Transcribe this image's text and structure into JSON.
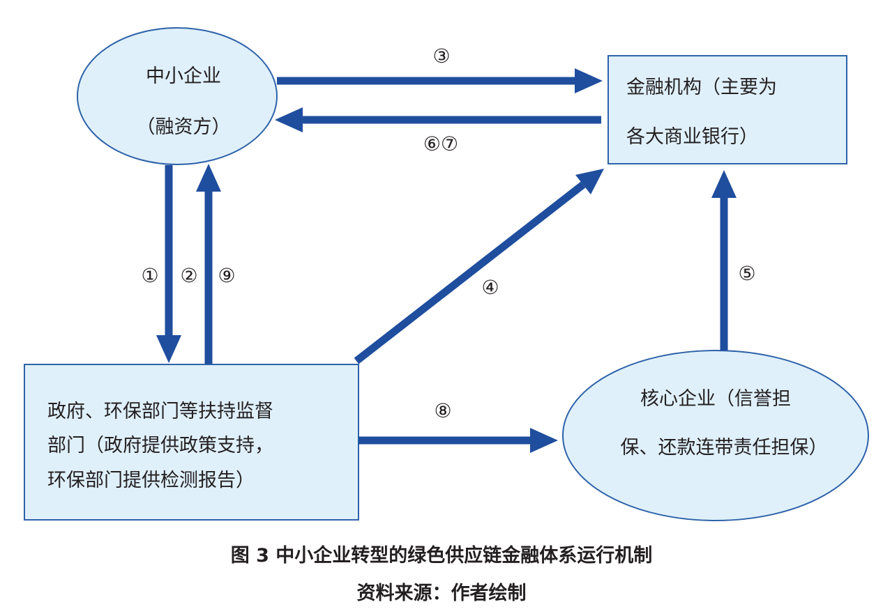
{
  "nodes": {
    "sme": {
      "line1": "中小企业",
      "line2": "（融资方）"
    },
    "financial": {
      "line1": "金融机构（主要为",
      "line2": "各大商业银行）"
    },
    "government": {
      "line1": "政府、环保部门等扶持监督",
      "line2": "部门（政府提供政策支持，",
      "line3": "环保部门提供检测报告）"
    },
    "core": {
      "line1": "核心企业（信誉担",
      "line2": "保、还款连带责任担保）"
    }
  },
  "steps": {
    "s3": "③",
    "s67": "⑥⑦",
    "s1": "①",
    "s2": "②",
    "s9": "⑨",
    "s4": "④",
    "s5": "⑤",
    "s8": "⑧"
  },
  "caption": {
    "title": "图 3  中小企业转型的绿色供应链金融体系运行机制",
    "source": "资料来源：作者绘制"
  },
  "colors": {
    "arrow": "#1f4e9e",
    "node_fill": "#dff0fb",
    "node_border": "#2e62a8"
  }
}
